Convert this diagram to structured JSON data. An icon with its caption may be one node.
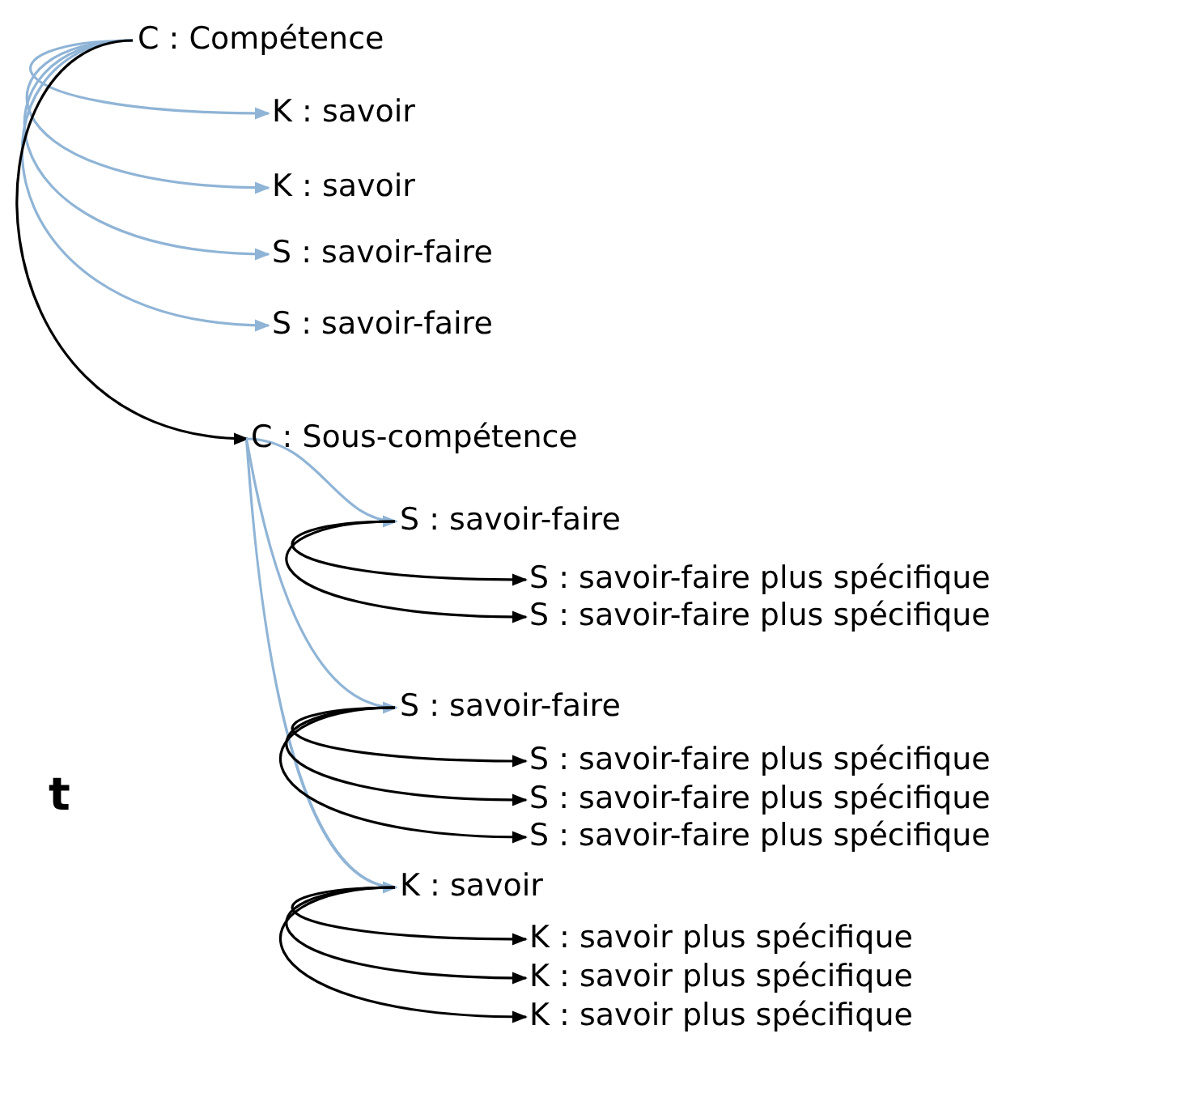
{
  "diagram": {
    "nodes": [
      {
        "text": [
          "C : Compétence"
        ]
      },
      {
        "text": [
          "K : savoir"
        ]
      },
      {
        "text": [
          "K : savoir"
        ]
      },
      {
        "text": [
          "S : savoir-faire"
        ]
      },
      {
        "text": [
          "S : savoir-faire"
        ]
      },
      {
        "text": [
          "C : Sous-compétence"
        ]
      },
      {
        "text": [
          "S : savoir-faire"
        ]
      },
      {
        "text": [
          "S : savoir-faire plus spécifique"
        ]
      },
      {
        "text": [
          "S : savoir-faire plus spécifique"
        ]
      },
      {
        "text": [
          "S : savoir-faire"
        ]
      },
      {
        "text": [
          "S : savoir-faire plus spécifique"
        ]
      },
      {
        "text": [
          "S : savoir-faire plus spécifique"
        ]
      },
      {
        "text": [
          "S : savoir-faire plus spécifique"
        ]
      },
      {
        "text": [
          "K : savoir"
        ]
      },
      {
        "text": [
          "K : savoir plus spécifique"
        ]
      },
      {
        "text": [
          "K : savoir plus spécifique"
        ]
      },
      {
        "text": [
          "K : savoir plus spécifique"
        ]
      }
    ],
    "edges": [
      {
        "from": 0,
        "to": 1,
        "arrow": "to",
        "color": "#8fb4d6"
      },
      {
        "from": 0,
        "to": 2,
        "arrow": "to",
        "color": "#8fb4d6"
      },
      {
        "from": 0,
        "to": 3,
        "arrow": "to",
        "color": "#8fb4d6"
      },
      {
        "from": 0,
        "to": 4,
        "arrow": "to",
        "color": "#8fb4d6"
      },
      {
        "from": 0,
        "to": 5,
        "arrow": "to"
      },
      {
        "from": 5,
        "to": 6,
        "arrow": "to",
        "color": "#8fb4d6"
      },
      {
        "from": 5,
        "to": 9,
        "arrow": "to",
        "color": "#8fb4d6"
      },
      {
        "from": 5,
        "to": 13,
        "arrow": "to",
        "color": "#8fb4d6"
      },
      {
        "from": 6,
        "to": 7,
        "arrow": "to"
      },
      {
        "from": 6,
        "to": 8,
        "arrow": "to"
      },
      {
        "from": 9,
        "to": 10,
        "arrow": "to"
      },
      {
        "from": 9,
        "to": 11,
        "arrow": "to"
      },
      {
        "from": 9,
        "to": 12,
        "arrow": "to"
      },
      {
        "from": 13,
        "to": 14,
        "arrow": "to"
      },
      {
        "from": 13,
        "to": 15,
        "arrow": "to"
      },
      {
        "from": 13,
        "to": 16,
        "arrow": "to"
      }
    ],
    "labels": [
      "t"
    ]
  }
}
